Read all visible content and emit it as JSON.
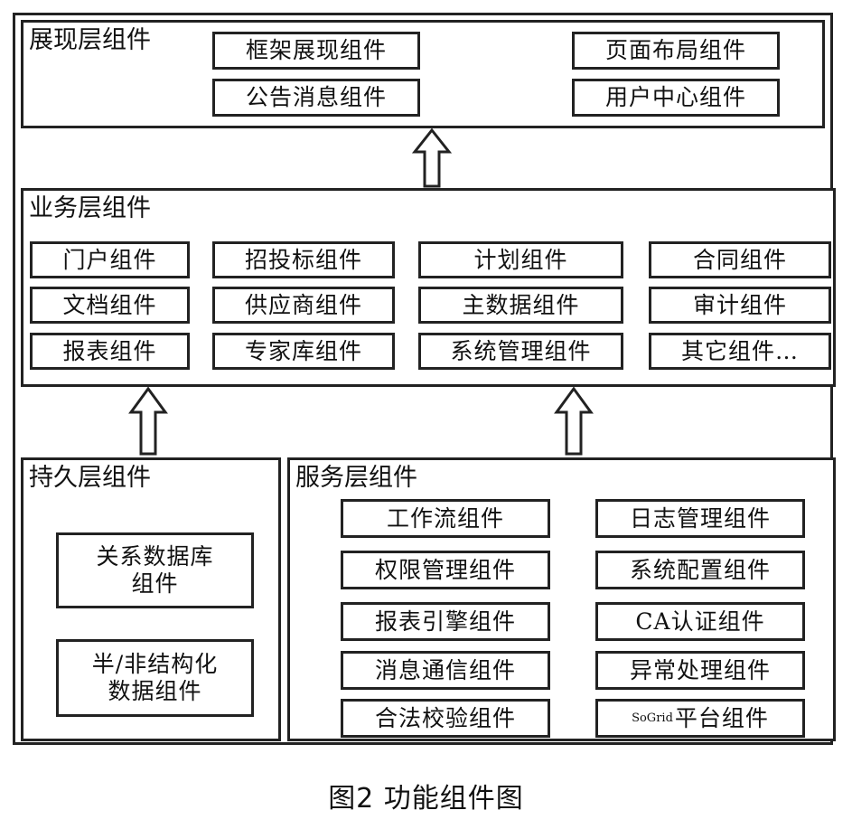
{
  "presentation_layer": {
    "title": "展现层组件",
    "components": [
      "框架展现组件",
      "页面布局组件",
      "公告消息组件",
      "用户中心组件"
    ]
  },
  "business_layer": {
    "title": "业务层组件",
    "components": [
      "门户组件",
      "招投标组件",
      "计划组件",
      "合同组件",
      "文档组件",
      "供应商组件",
      "主数据组件",
      "审计组件",
      "报表组件",
      "专家库组件",
      "系统管理组件",
      "其它组件…"
    ]
  },
  "persistence_layer": {
    "title": "持久层组件",
    "components": [
      {
        "line1": "关系数据库",
        "line2": "组件"
      },
      {
        "line1": "半/非结构化",
        "line2": "数据组件"
      }
    ]
  },
  "service_layer": {
    "title": "服务层组件",
    "components": [
      "工作流组件",
      "日志管理组件",
      "权限管理组件",
      "系统配置组件",
      "报表引擎组件",
      "CA认证组件",
      "消息通信组件",
      "异常处理组件",
      "合法校验组件"
    ],
    "sogrid": {
      "brand": "SoGrid",
      "label": "平台组件"
    }
  },
  "caption": "图2   功能组件图"
}
